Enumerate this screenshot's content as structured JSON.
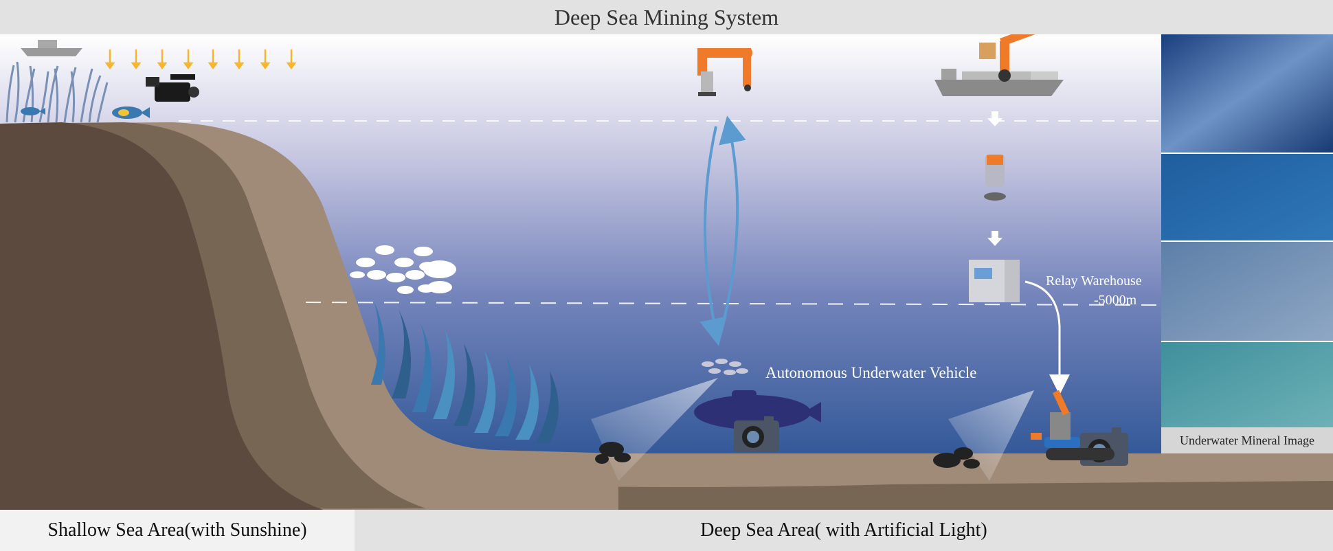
{
  "title": "Deep Sea Mining System",
  "labels": {
    "relay_warehouse": "Relay Warehouse",
    "depth": "-5000m",
    "auv": "Autonomous Underwater Vehicle",
    "mineral_image": "Underwater Mineral Image"
  },
  "areas": {
    "shallow": "Shallow Sea Area(with Sunshine)",
    "deep": "Deep Sea Area( with Artificial Light)"
  },
  "colors": {
    "sky_top": "#ffffff",
    "water_deep": "#1e4a8a",
    "water_mid": "#6f83b9",
    "cliff_dark": "#5c4a3e",
    "cliff_mid": "#7a6a55",
    "seabed": "#a08a78",
    "robot_orange": "#ee7a2a",
    "sun": "#f7b52c",
    "kelp": "#3a78b0",
    "auv": "#2e3075"
  }
}
